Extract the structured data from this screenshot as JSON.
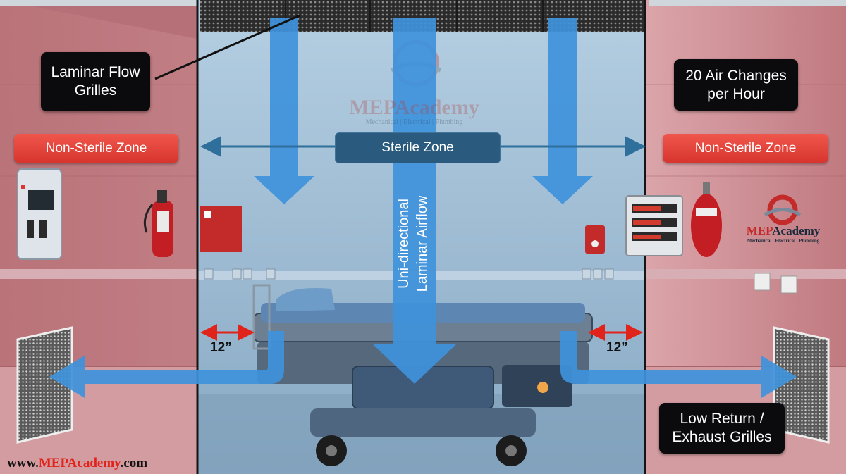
{
  "callouts": {
    "grilles": "Laminar Flow Grilles",
    "air_changes": "20 Air Changes per Hour",
    "return": "Low Return / Exhaust Grilles"
  },
  "zones": {
    "left": "Non-Sterile Zone",
    "right": "Non-Sterile Zone",
    "sterile": "Sterile Zone"
  },
  "airflow_label_line1": "Uni-directional",
  "airflow_label_line2": "Laminar Airflow",
  "clearance_left": "12”",
  "clearance_right": "12”",
  "watermark": {
    "brand": "MEPAcademy",
    "tagline": "Mechanical | Electrical | Plumbing"
  },
  "logo": {
    "brand_mep": "MEP",
    "brand_academy": "Academy",
    "tagline": "Mechanical | Electrical | Plumbing"
  },
  "footer": {
    "prefix": "www.",
    "brand": "MEPAcademy",
    "suffix": ".com"
  },
  "colors": {
    "wall_nonsterile": "#c9868c",
    "sterile_zone": "#a9c4da",
    "airflow_arrow": "#3f93dc",
    "dimension_arrow": "#e0241b",
    "callout_bg": "#0b0b0d",
    "zone_red": "#e5463e",
    "zone_blue": "#2a5a7d"
  }
}
